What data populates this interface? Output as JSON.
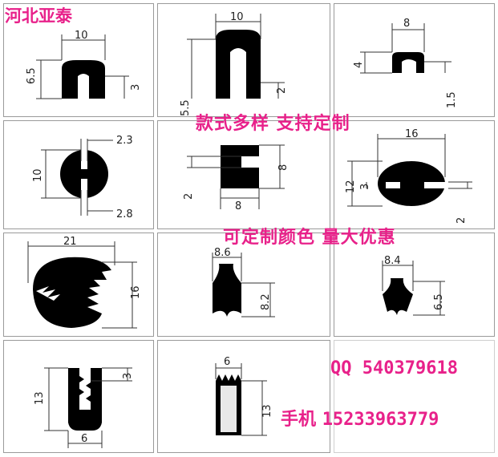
{
  "brand": "河北亚泰",
  "slogans": [
    "款式多样 支持定制",
    "可定制颜色 量大优惠"
  ],
  "contact": {
    "qq_label": "QQ",
    "qq_number": "540379618",
    "phone_label": "手机",
    "phone_number": "15233963779"
  },
  "accent_color": "#e8218a",
  "profiles": [
    {
      "dims": [
        "10",
        "6.5",
        "3"
      ]
    },
    {
      "dims": [
        "10",
        "5.5",
        "2"
      ]
    },
    {
      "dims": [
        "8",
        "4",
        "1.5"
      ]
    },
    {
      "dims": [
        "2.3",
        "10",
        "2.8"
      ]
    },
    {
      "dims": [
        "2",
        "8",
        "8"
      ]
    },
    {
      "dims": [
        "16",
        "12",
        "3",
        "2"
      ]
    },
    {
      "dims": [
        "21",
        "16"
      ]
    },
    {
      "dims": [
        "8.6",
        "8.2"
      ]
    },
    {
      "dims": [
        "8.4",
        "6.5"
      ]
    },
    {
      "dims": [
        "3",
        "13",
        "6"
      ]
    },
    {
      "dims": [
        "6",
        "13"
      ]
    }
  ]
}
